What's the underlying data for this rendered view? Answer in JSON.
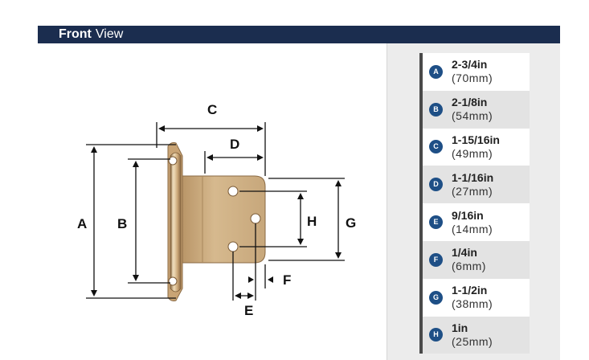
{
  "header": {
    "title_bold": "Front",
    "title_rest": "View"
  },
  "diagram": {
    "labels": {
      "A": "A",
      "B": "B",
      "C": "C",
      "D": "D",
      "E": "E",
      "F": "F",
      "G": "G",
      "H": "H"
    },
    "colors": {
      "hinge_light": "#e6cfa6",
      "hinge_mid": "#c9a475",
      "hinge_dark": "#8a6a44",
      "hole": "#ffffff",
      "line": "#111111"
    }
  },
  "legend": {
    "items": [
      {
        "badge": "A",
        "inches": "2-3/4in",
        "mm": "(70mm)"
      },
      {
        "badge": "B",
        "inches": "2-1/8in",
        "mm": "(54mm)"
      },
      {
        "badge": "C",
        "inches": "1-15/16in",
        "mm": "(49mm)"
      },
      {
        "badge": "D",
        "inches": "1-1/16in",
        "mm": "(27mm)"
      },
      {
        "badge": "E",
        "inches": "9/16in",
        "mm": "(14mm)"
      },
      {
        "badge": "F",
        "inches": "1/4in",
        "mm": "(6mm)"
      },
      {
        "badge": "G",
        "inches": "1-1/2in",
        "mm": "(38mm)"
      },
      {
        "badge": "H",
        "inches": "1in",
        "mm": "(25mm)"
      }
    ],
    "badge_color": "#1e4f86"
  }
}
